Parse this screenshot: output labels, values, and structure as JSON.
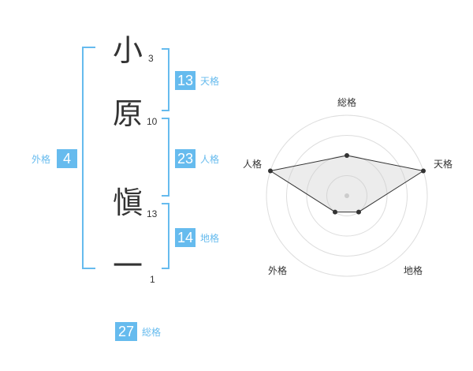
{
  "name": {
    "characters": [
      {
        "char": "小",
        "strokes": "3"
      },
      {
        "char": "原",
        "strokes": "10"
      },
      {
        "char": "愼",
        "strokes": "13"
      },
      {
        "char": "一",
        "strokes": "1"
      }
    ]
  },
  "fortune": {
    "tenkaku": {
      "value": "13",
      "label": "天格"
    },
    "jinkaku": {
      "value": "23",
      "label": "人格"
    },
    "chikaku": {
      "value": "14",
      "label": "地格"
    },
    "gaikaku": {
      "value": "4",
      "label": "外格"
    },
    "soukaku": {
      "value": "27",
      "label": "総格"
    }
  },
  "colors": {
    "accent": "#66bbee",
    "text": "#333333"
  },
  "chart_data": {
    "type": "radar",
    "axes": [
      "総格",
      "天格",
      "地格",
      "外格",
      "人格"
    ],
    "range": [
      0,
      4
    ],
    "rings": 4,
    "values": [
      2,
      4,
      1,
      1,
      4
    ]
  }
}
